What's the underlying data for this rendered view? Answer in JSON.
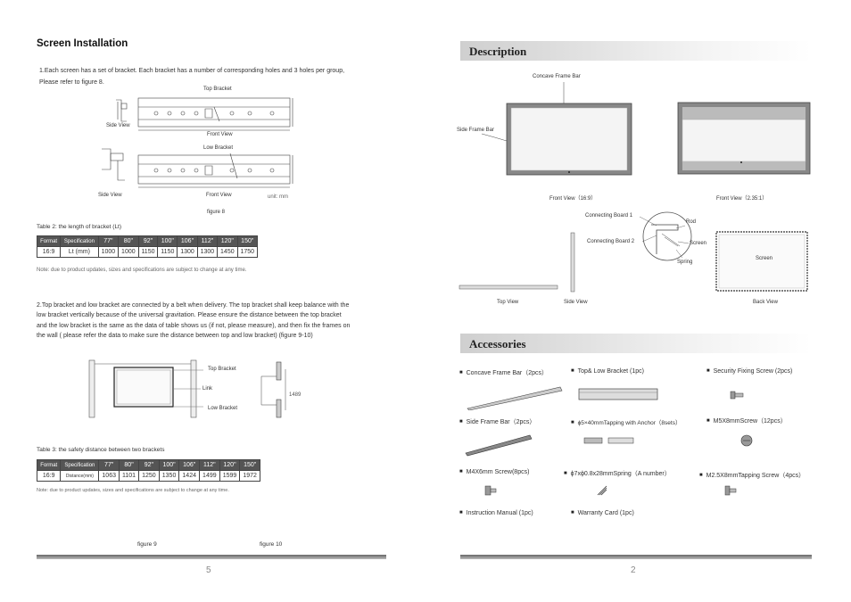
{
  "left_page": {
    "title": "Screen Installation",
    "para1_line1": "1.Each screen has a set of bracket. Each bracket has a number of corresponding holes and 3 holes per group,",
    "para1_line2": "Please refer to figure 8.",
    "fig8": {
      "top_bracket": "Top Bracket",
      "low_bracket": "Low Bracket",
      "side_view_1": "Side View",
      "front_view_1": "Front View",
      "side_view_2": "Side View",
      "front_view_2": "Front View",
      "unit": "unit:  mm",
      "caption": "figure 8"
    },
    "table2": {
      "caption": "Table 2: the length of bracket (Lt)",
      "header": [
        "Format",
        "Specification",
        "77\"",
        "80\"",
        "92\"",
        "100\"",
        "106\"",
        "112\"",
        "120\"",
        "150\""
      ],
      "row": [
        "16:9",
        "Lt (mm)",
        "1000",
        "1000",
        "1150",
        "1150",
        "1300",
        "1300",
        "1450",
        "1750"
      ],
      "note": "Note: due to product updates, sizes and specifications are subject to change at any time."
    },
    "para2_lines": [
      "2.Top bracket and low bracket are connected by a belt when delivery. The top bracket shall keep balance with the",
      "low bracket vertically because of the universal gravitation. Please ensure the distance between the top bracket",
      "and the low bracket is the same as the data of table shows us (if not, please measure), and then fix the frames on",
      "the wall ( please refer the data to make sure the distance between top and low bracket) (figure 9-10)"
    ],
    "fig9": {
      "top_bracket": "Top Bracket",
      "link": "Link",
      "low_bracket": "Low Bracket",
      "dimension": "1489"
    },
    "table3": {
      "caption": "Table 3: the safety distance between two brackets",
      "header": [
        "Format",
        "Specification",
        "77\"",
        "80\"",
        "92\"",
        "100\"",
        "106\"",
        "112\"",
        "120\"",
        "150\""
      ],
      "row": [
        "16:9",
        "Distance(mm)",
        "1063",
        "1101",
        "1250",
        "1350",
        "1424",
        "1499",
        "1599",
        "1972"
      ],
      "note": "Note: due to product updates, sizes and specifications are subject to change at any time."
    },
    "figure9_caption": "figure 9",
    "figure10_caption": "figure 10",
    "page_number": "5"
  },
  "right_page": {
    "description_title": "Description",
    "desc": {
      "concave_frame_bar": "Concave Frame Bar",
      "side_frame_bar": "Side Frame Bar",
      "front_view_169": "Front View（16:9）",
      "front_view_2351": "Front View（2.35:1）",
      "connecting_board_1": "Connecting Board 1",
      "connecting_board_2": "Connecting Board 2",
      "rod": "Rod",
      "screen_label": "Screen",
      "spring": "Spring",
      "screen_back": "Screen",
      "top_view": "Top View",
      "side_view": "Side View",
      "back_view": "Back View"
    },
    "accessories_title": "Accessories",
    "accessories": [
      "Concave Frame Bar（2pcs）",
      "Top& Low Bracket (1pc)",
      "Security Fixing Screw (2pcs)",
      "Side Frame Bar（2pcs）",
      "ϕ5×40mmTapping with Anchor（8sets）",
      "M5X8mmScrew（12pcs）",
      "M4X6mm Screw(8pcs)",
      "ϕ7xϕ0.8x28mmSpring（A number）",
      "M2.5X8mmTapping Screw（4pcs）",
      "Instruction Manual (1pc)",
      "Warranty Card (1pc)"
    ],
    "page_number": "2"
  }
}
